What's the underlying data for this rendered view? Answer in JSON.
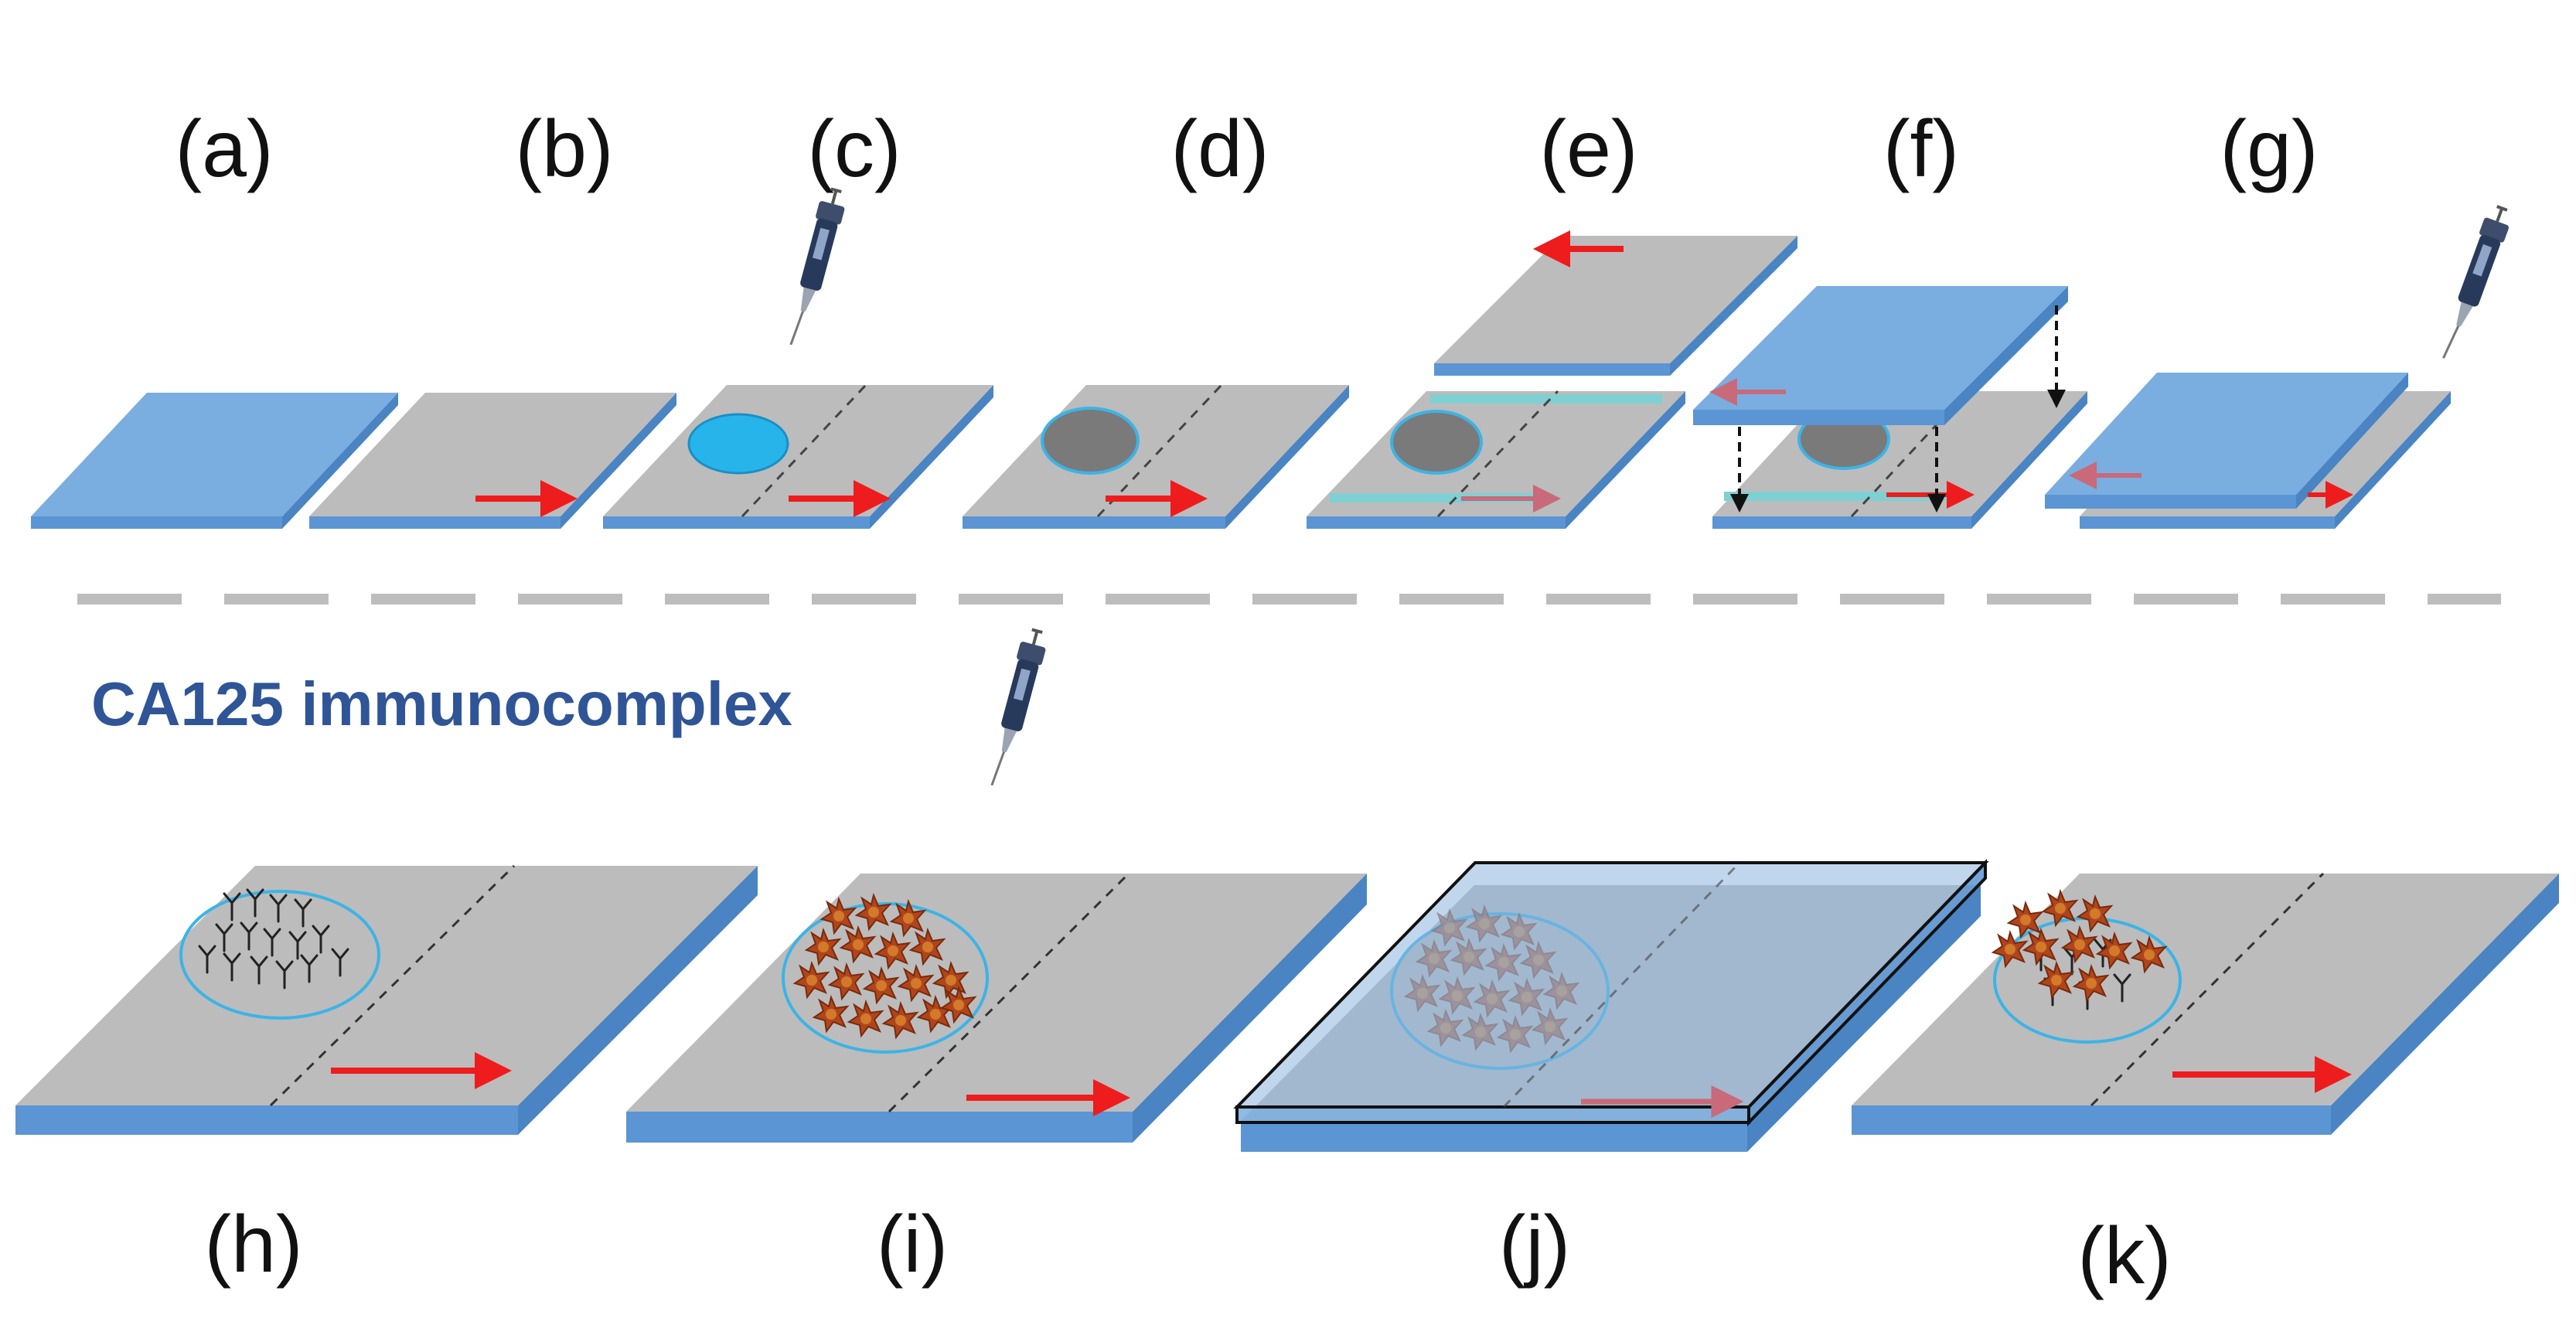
{
  "labels": {
    "top": [
      "(a)",
      "(b)",
      "(c)",
      "(d)",
      "(e)",
      "(f)",
      "(g)"
    ],
    "bottom": [
      "(h)",
      "(i)",
      "(j)",
      "(k)"
    ]
  },
  "section_title": "CA125 immunocomplex",
  "colors": {
    "blue_slide": "#7aaee0",
    "blue_side": "#5b95d3",
    "gray_slide": "#bcbcbc",
    "gray_side": "#9a9a9a",
    "arrow": "#ee1c1c",
    "arrow_muted": "#c86a7a",
    "droplet": "#27b4ea",
    "spot": "#7a7a7a",
    "spacer": "#7fd0d3",
    "divider": "#bdbdbd",
    "title": "#2f5597",
    "circle_outline": "#3bb4e6",
    "antigen": "#b0451c",
    "pipette": "#283a5c"
  },
  "icons": {
    "pipette": "pipette-icon",
    "arrow": "arrow-right-icon",
    "antibody": "antibody-y-icon",
    "antigen": "antigen-star-icon"
  }
}
